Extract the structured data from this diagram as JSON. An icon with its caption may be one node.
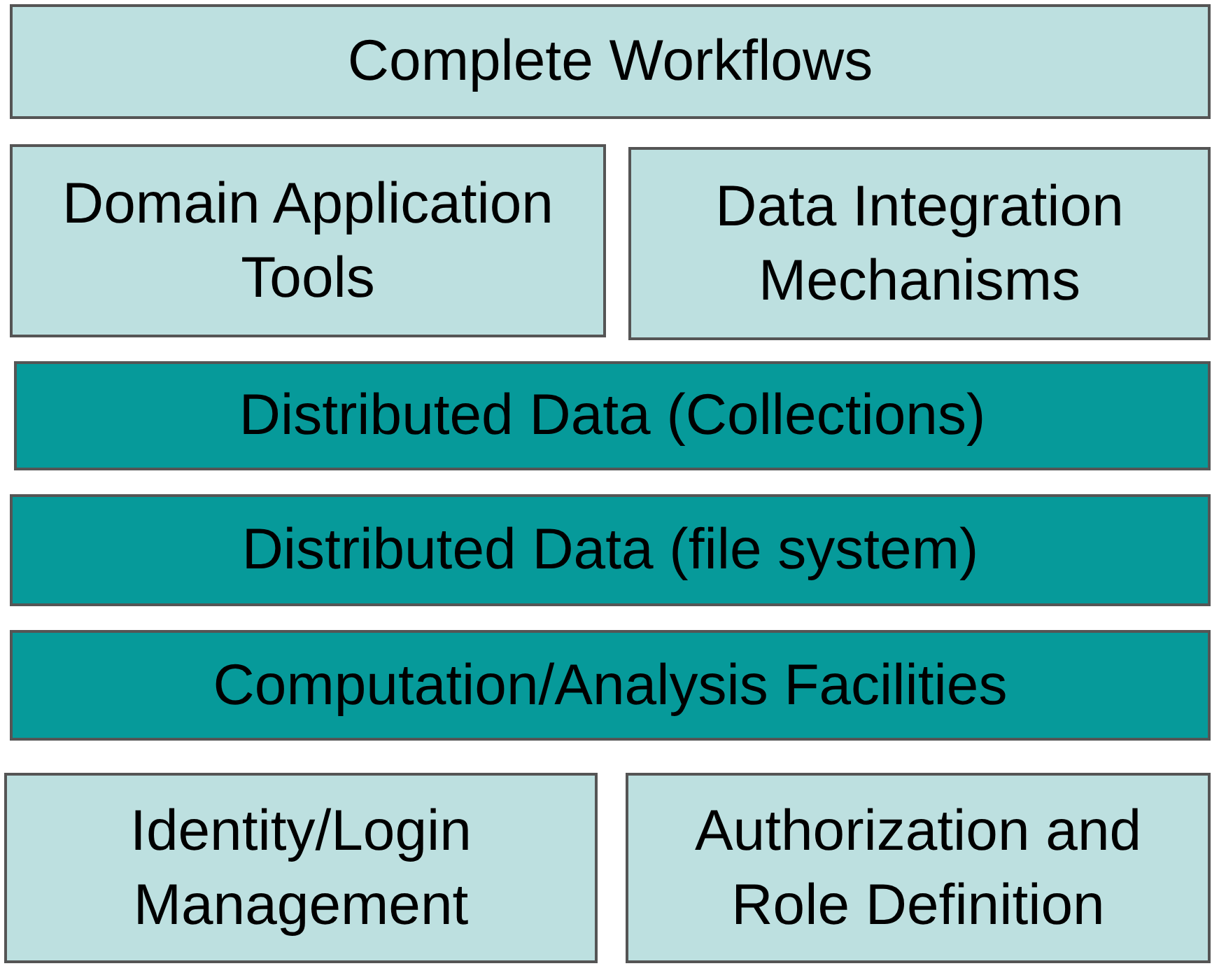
{
  "diagram": {
    "nodes": [
      {
        "text": [
          "Complete Workflows"
        ]
      },
      {
        "text": [
          "Domain Application Tools"
        ]
      },
      {
        "text": [
          "Data Integration Mechanisms"
        ]
      },
      {
        "text": [
          "Distributed Data (Collections)"
        ]
      },
      {
        "text": [
          "Distributed Data (file system)"
        ]
      },
      {
        "text": [
          "Computation/Analysis Facilities"
        ]
      },
      {
        "text": [
          "Identity/Login Management"
        ]
      },
      {
        "text": [
          "Authorization and Role Definition"
        ]
      }
    ]
  }
}
